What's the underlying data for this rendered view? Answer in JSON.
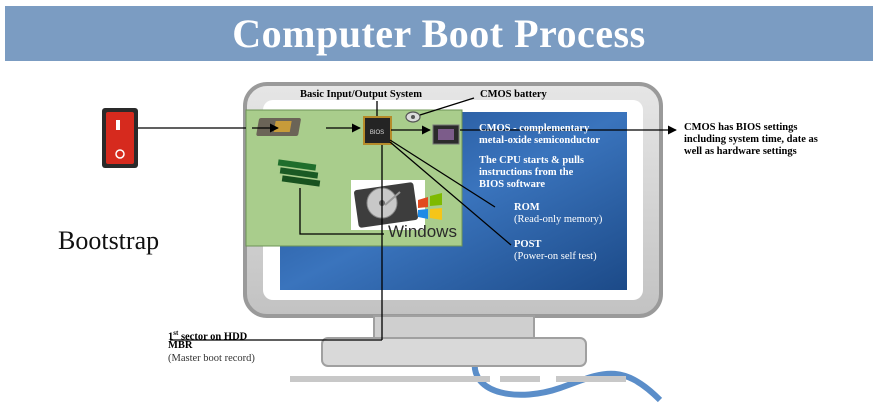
{
  "title": "Computer Boot Process",
  "labels": {
    "bios_system": "Basic Input/Output System",
    "cmos_battery": "CMOS battery",
    "cmos_line1": "CMOS - complementary",
    "cmos_line2": "metal-oxide semiconductor",
    "cpu_line1": "The CPU starts & pulls",
    "cpu_line2": "instructions from the",
    "cpu_line3": "BIOS software",
    "rom_title": "ROM",
    "rom_desc": "(Read-only memory)",
    "post_title": "POST",
    "post_desc": "(Power-on self test)",
    "cmos_settings_line1": "CMOS has BIOS settings",
    "cmos_settings_line2": "including system time, date as",
    "cmos_settings_line3": "well as hardware settings",
    "bootstrap": "Bootstrap",
    "hdd_line1_num": "1",
    "hdd_line1_sup": "st",
    "hdd_line1_rest": " sector on HDD",
    "mbr_title": "MBR",
    "mbr_desc": "(Master boot record)",
    "bios_chip_text": "BIOS",
    "windows_text": "Windows"
  },
  "colors": {
    "banner": "#7b9cc2",
    "panel": "#a9cd8c",
    "screen": "#2d5fa3",
    "monitor": "#d4d4d4",
    "switch": "#d62a1e"
  }
}
